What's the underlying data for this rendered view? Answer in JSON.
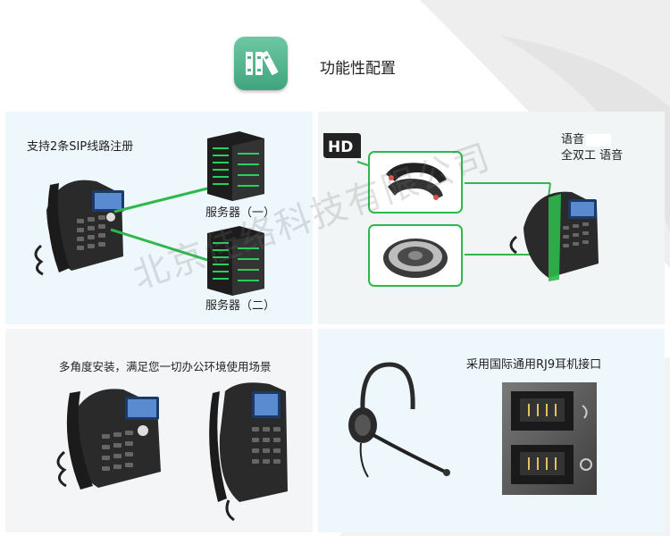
{
  "header": {
    "title": "功能性配置",
    "icon": "binders-icon",
    "accent": "#4fb48b"
  },
  "sip_panel": {
    "caption": "支持2条SIP线路注册",
    "server_1": "服务器（一）",
    "server_2": "服务器（二）"
  },
  "hd_panel": {
    "badge": "HD",
    "voice_line_1": "语音",
    "voice_line_2": "全双工 语音",
    "link_color": "#2fb84b"
  },
  "install_panel": {
    "caption": "多角度安装，满足您一切办公环境使用场景"
  },
  "rj9_panel": {
    "caption": "采用国际通用RJ9耳机接口"
  },
  "watermark": "北京佳络科技有限公司"
}
